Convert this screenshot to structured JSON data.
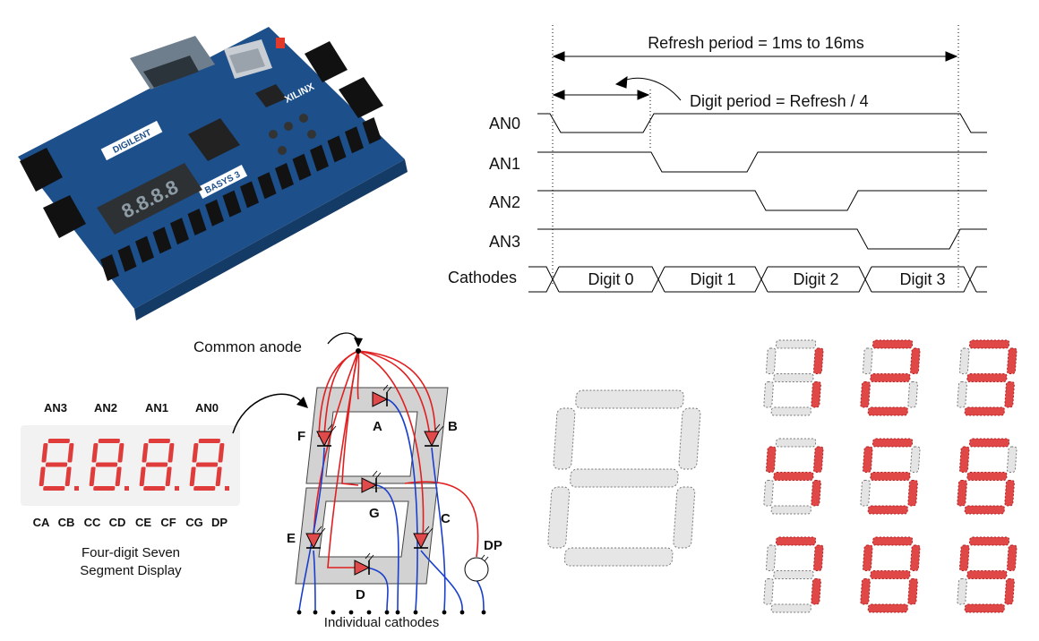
{
  "board": {
    "brand": "DIGILENT",
    "model": "BASYS 3",
    "chip_vendor": "XILINX",
    "display_text": "8.8.8.8"
  },
  "timing": {
    "refresh_label": "Refresh period = 1ms to 16ms",
    "digit_period_label": "Digit period = Refresh / 4",
    "signals": [
      "AN0",
      "AN1",
      "AN2",
      "AN3"
    ],
    "cathodes_label": "Cathodes",
    "digits": [
      "Digit 0",
      "Digit 1",
      "Digit 2",
      "Digit 3"
    ]
  },
  "display": {
    "anodes": [
      "AN3",
      "AN2",
      "AN1",
      "AN0"
    ],
    "cathodes": [
      "CA",
      "CB",
      "CC",
      "CD",
      "CE",
      "CF",
      "CG",
      "DP"
    ],
    "caption_line1": "Four-digit Seven",
    "caption_line2": "Segment Display",
    "led_color": "#e03c3c",
    "panel_color": "#f2f2f2"
  },
  "schematic": {
    "common_anode_label": "Common anode",
    "cathodes_label": "Individual cathodes",
    "segment_labels": [
      "A",
      "B",
      "C",
      "D",
      "E",
      "F",
      "G",
      "DP"
    ],
    "anode_wire_color": "#e02020",
    "cathode_wire_color": "#1a3fcc"
  },
  "digits_grid": {
    "digits": [
      1,
      2,
      3,
      4,
      5,
      6,
      7,
      8,
      9
    ],
    "on_color": "#e04848",
    "off_color": "#e4e4e4"
  }
}
